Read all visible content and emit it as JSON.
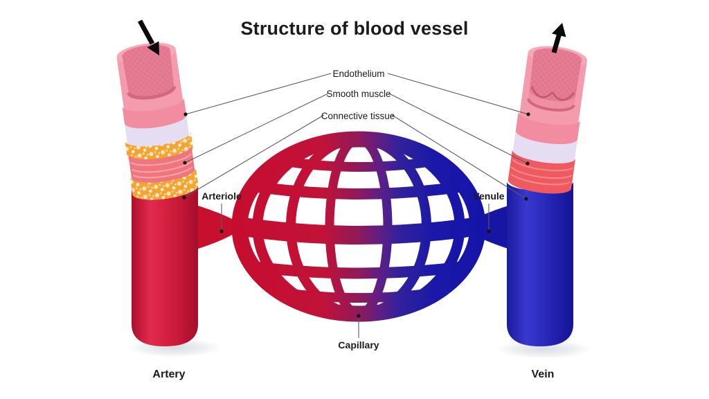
{
  "title": "Structure of blood vessel",
  "diagram": {
    "layer_labels": {
      "endothelium": "Endothelium",
      "smooth_muscle": "Smooth muscle",
      "connective_tissue": "Connective tissue"
    },
    "vessel_labels": {
      "arteriole": "Arteriole",
      "venule": "Venule",
      "capillary": "Capillary",
      "artery": "Artery",
      "vein": "Vein"
    },
    "icons": {
      "artery_flow": "arrow-down-into-artery",
      "vein_flow": "arrow-up-out-of-vein"
    },
    "colors": {
      "background": "#FFFFFF",
      "artery_red": "#D01C3C",
      "vein_blue": "#2424B4",
      "capillary_red": "#C60D2F",
      "capillary_purple": "#8C1A5C",
      "capillary_blue": "#1414A8",
      "endothelium_pink": "#F28DA1",
      "tube_pink": "#F49BAE",
      "smooth_muscle_lavender": "#E5DEF2",
      "connective_tissue_yellow": "#F4A42F",
      "muscle_salmon": "#F0757E",
      "vein_muscle_red": "#EF5A60",
      "label_color": "#1B1B1B"
    }
  }
}
